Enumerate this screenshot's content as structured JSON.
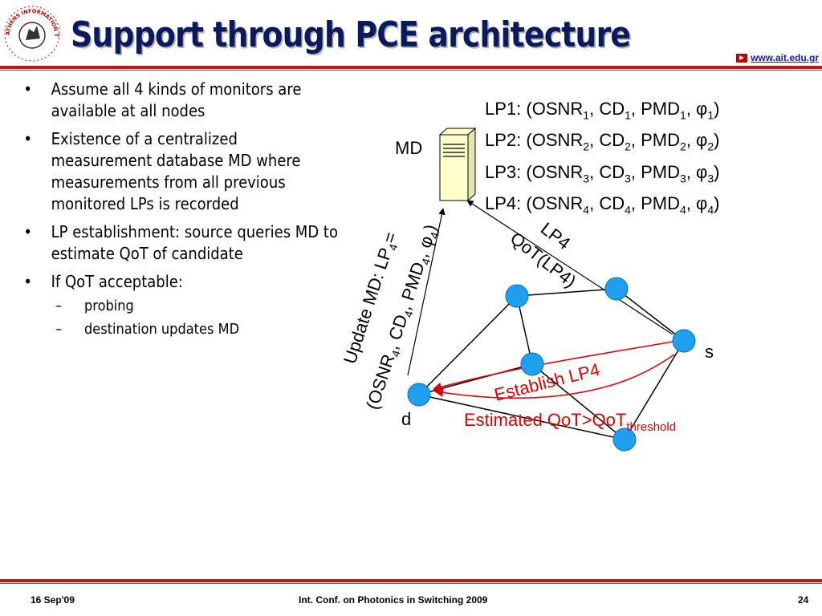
{
  "header": {
    "title": "Support through PCE architecture",
    "url": "www.ait.edu.gr",
    "logo_text": "ATHENS INFORMATION TECHNOLOGY"
  },
  "bullets": [
    {
      "text": "Assume all 4 kinds of monitors are available at all nodes"
    },
    {
      "text": "Existence of a centralized measurement database MD where measurements from all previous monitored LPs is recorded"
    },
    {
      "text": "LP establishment: source queries MD to estimate QoT of candidate"
    },
    {
      "text": "If QoT acceptable:",
      "sub": [
        "probing",
        "destination updates MD"
      ]
    }
  ],
  "lightpaths": [
    {
      "name": "LP1",
      "idx": "1"
    },
    {
      "name": "LP2",
      "idx": "2"
    },
    {
      "name": "LP3",
      "idx": "3"
    },
    {
      "name": "LP4",
      "idx": "4"
    }
  ],
  "lp_format": {
    "osnr": "OSNR",
    "cd": "CD",
    "pmd": "PMD",
    "phi": "φ"
  },
  "diagram": {
    "md_label": "MD",
    "source_label": "s",
    "dest_label": "d",
    "query_line1": "LP4",
    "query_line2": "QoT(LP4)",
    "update_line1_prefix": "Update MD: LP",
    "update_line1_sub": "4",
    "update_line1_suffix": "=",
    "update_line2": "(OSNR",
    "update_sub": "4",
    "update_cd": ", CD",
    "update_pmd": ", PMD",
    "update_phi": ", φ",
    "update_close": ")",
    "establish": "Establish LP4",
    "estimated_main": "Estimated QoT>QoT",
    "estimated_sub": "threshold",
    "colors": {
      "node": "#1ea0ef",
      "red": "#e00000",
      "server": "#ffffcc"
    }
  },
  "footer": {
    "date": "16 Sep'09",
    "conference": "Int. Conf. on Photonics in Switching 2009",
    "page": "24"
  }
}
